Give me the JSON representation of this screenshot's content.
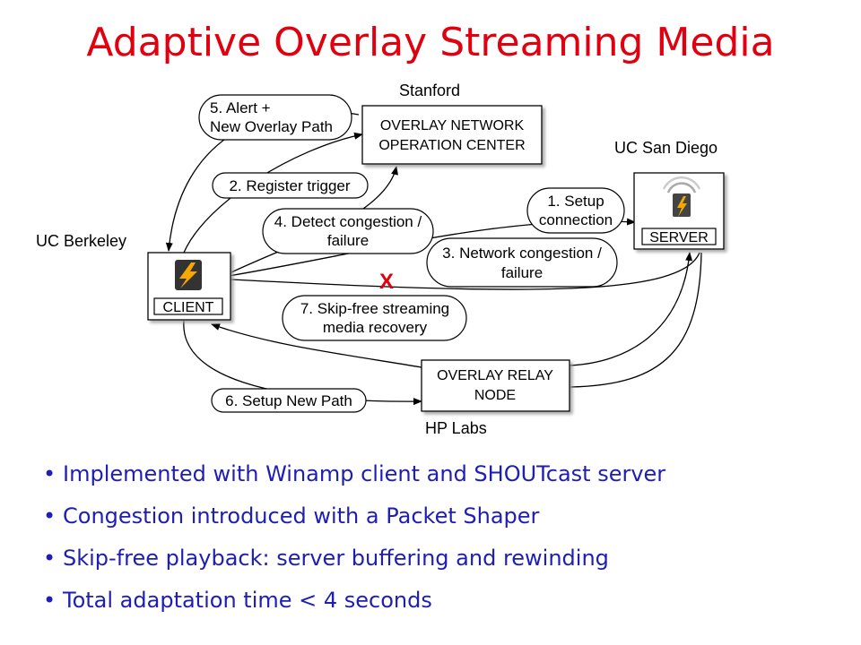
{
  "title": "Adaptive Overlay Streaming Media",
  "places": {
    "stanford": "Stanford",
    "ucsd": "UC San Diego",
    "berkeley": "UC Berkeley",
    "hplabs": "HP Labs"
  },
  "nodes": {
    "onoc_line1": "OVERLAY NETWORK",
    "onoc_line2": "OPERATION CENTER",
    "server": "SERVER",
    "client": "CLIENT",
    "relay_line1": "OVERLAY RELAY",
    "relay_line2": "NODE"
  },
  "steps": {
    "s1_line1": "1. Setup",
    "s1_line2": "connection",
    "s2": "2. Register trigger",
    "s3_line1": "3. Network congestion /",
    "s3_line2": "failure",
    "s4_line1": "4. Detect congestion /",
    "s4_line2": "failure",
    "s5_line1": "5. Alert +",
    "s5_line2": "New Overlay Path",
    "s6": "6. Setup New Path",
    "s7_line1": "7. Skip-free streaming",
    "s7_line2": "media recovery"
  },
  "failure_mark": "X",
  "bullets": [
    "Implemented with Winamp client and SHOUTcast server",
    "Congestion introduced with a Packet Shaper",
    "Skip-free playback:  server buffering and rewinding",
    "Total adaptation time < 4 seconds"
  ],
  "bullet_symbol": "•",
  "colors": {
    "title": "#e0000f",
    "bullets": "#1e1eb4",
    "failure": "#e0000f"
  }
}
